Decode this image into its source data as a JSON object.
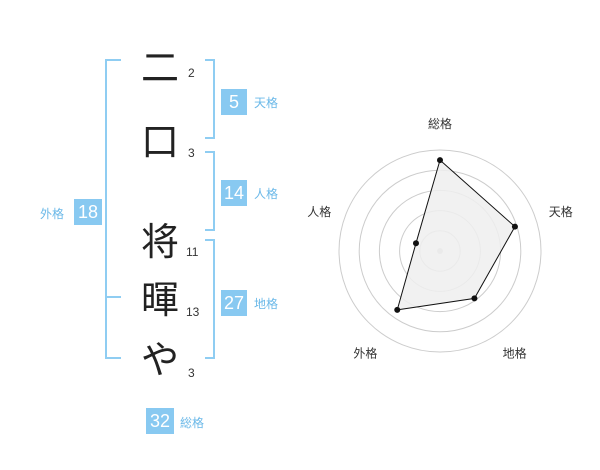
{
  "name": {
    "chars": [
      "二",
      "口",
      "将",
      "暉",
      "や"
    ],
    "strokes": [
      "2",
      "3",
      "11",
      "13",
      "3"
    ]
  },
  "kakusu": {
    "tenkaku": {
      "label": "天格",
      "value": "5"
    },
    "jinkaku": {
      "label": "人格",
      "value": "14"
    },
    "chikaku": {
      "label": "地格",
      "value": "27"
    },
    "gaikaku": {
      "label": "外格",
      "value": "18"
    },
    "soukaku": {
      "label": "総格",
      "value": "32"
    }
  },
  "chart_data": {
    "type": "radar",
    "axes": [
      "総格",
      "天格",
      "地格",
      "外格",
      "人格"
    ],
    "values": [
      0.9,
      0.78,
      0.58,
      0.72,
      0.25
    ],
    "colors": {
      "fill": "#eeeeee",
      "stroke": "#111111",
      "grid": "#cccccc",
      "center": "#cfcfcf"
    }
  }
}
